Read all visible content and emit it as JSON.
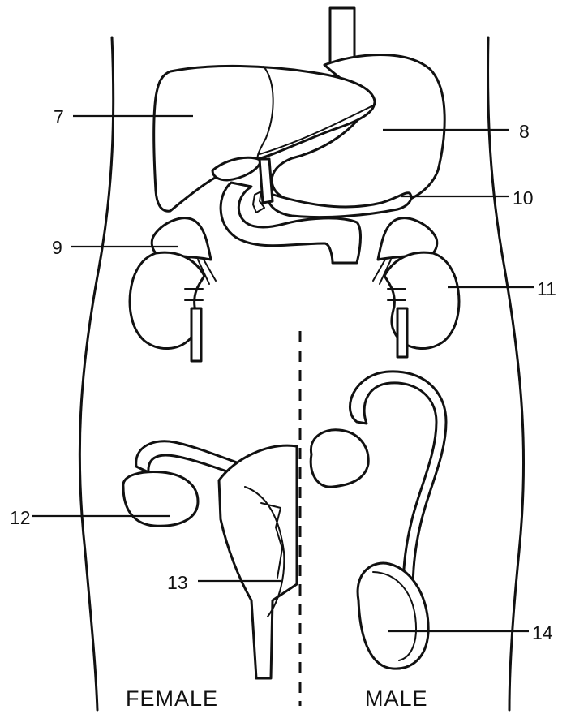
{
  "labels": {
    "l7": "7",
    "l8": "8",
    "l9": "9",
    "l10": "10",
    "l11": "11",
    "l12": "12",
    "l13": "13",
    "l14": "14"
  },
  "sides": {
    "female": "FEMALE",
    "male": "MALE"
  },
  "colors": {
    "ink": "#111111",
    "background": "#ffffff"
  }
}
